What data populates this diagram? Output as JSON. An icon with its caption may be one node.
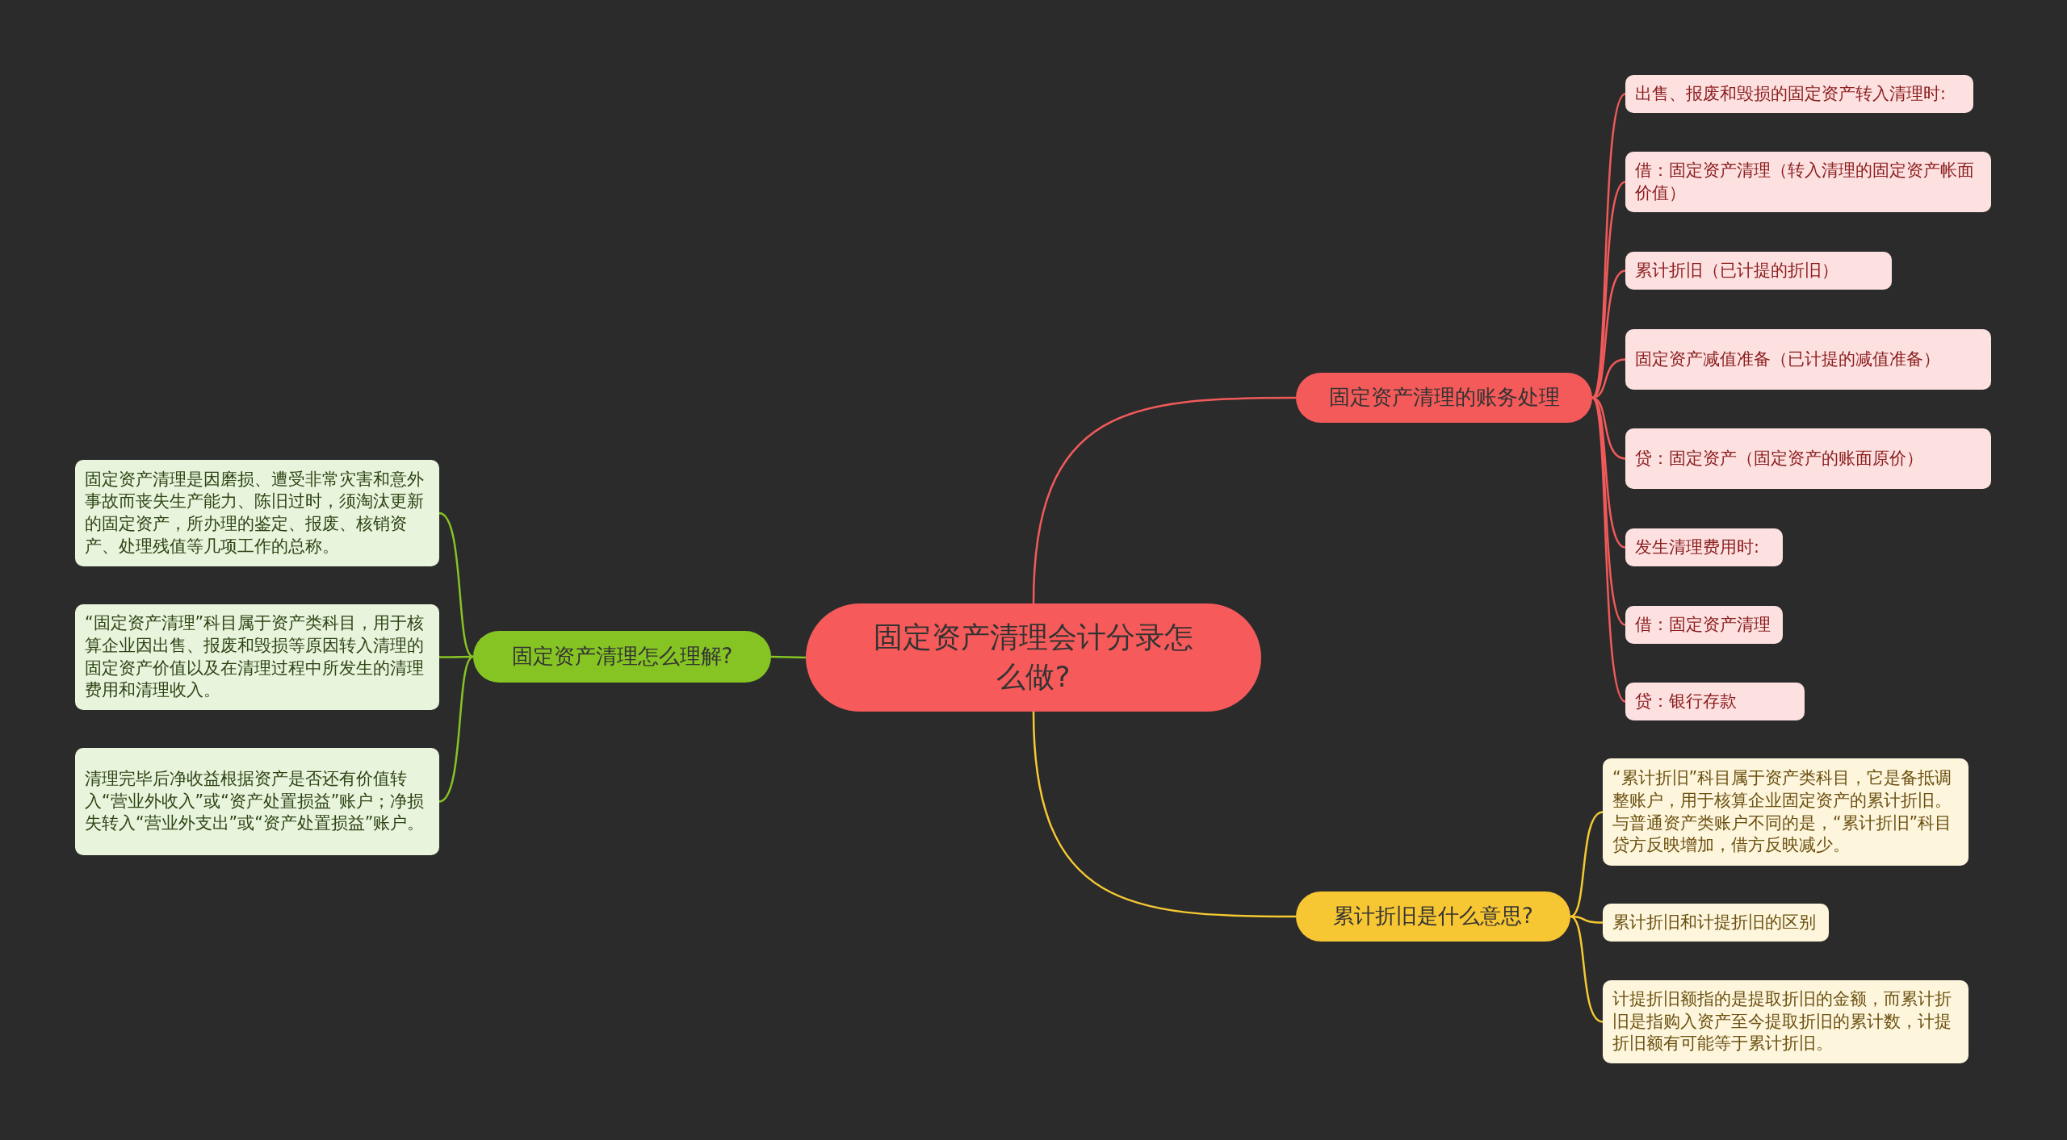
{
  "diagram": {
    "nodes": [
      {
        "text": [
          "固定资产清理会计分录怎么做?"
        ]
      },
      {
        "text": [
          "固定资产清理的账务处理"
        ]
      },
      {
        "text": [
          "出售、报废和毁损的固定资产转入清理时:"
        ]
      },
      {
        "text": [
          "借：固定资产清理（转入清理的固定资产帐面价值）"
        ]
      },
      {
        "text": [
          "累计折旧（已计提的折旧）"
        ]
      },
      {
        "text": [
          "固定资产减值准备（已计提的减值准备）"
        ]
      },
      {
        "text": [
          "贷：固定资产（固定资产的账面原价）"
        ]
      },
      {
        "text": [
          "发生清理费用时:"
        ]
      },
      {
        "text": [
          "借：固定资产清理"
        ]
      },
      {
        "text": [
          "贷：银行存款"
        ]
      },
      {
        "text": [
          "累计折旧是什么意思?"
        ]
      },
      {
        "text": [
          "“累计折旧”科目属于资产类科目，它是备抵调整账户，用于核算企业固定资产的累计折旧。与普通资产类账户不同的是，“累计折旧”科目贷方反映增加，借方反映减少。"
        ]
      },
      {
        "text": [
          "累计折旧和计提折旧的区别"
        ]
      },
      {
        "text": [
          "计提折旧额指的是提取折旧的金额，而累计折旧是指购入资产至今提取折旧的累计数，计提折旧额有可能等于累计折旧。"
        ]
      },
      {
        "text": [
          "固定资产清理怎么理解?"
        ]
      },
      {
        "text": [
          "固定资产清理是因磨损、遭受非常灾害和意外事故而丧失生产能力、陈旧过时，须淘汰更新的固定资产，所办理的鉴定、报废、核销资产、处理残值等几项工作的总称。"
        ]
      },
      {
        "text": [
          "“固定资产清理”科目属于资产类科目，用于核算企业因出售、报废和毁损等原因转入清理的固定资产价值以及在清理过程中所发生的清理费用和清理收入。"
        ]
      },
      {
        "text": [
          "清理完毕后净收益根据资产是否还有价值转入“营业外收入”或“资产处置损益”账户；净损失转入“营业外支出”或“资产处置损益”账户。"
        ]
      }
    ],
    "edges": [
      {
        "from": 0,
        "to": 1,
        "arrow": "none"
      },
      {
        "from": 1,
        "to": 2,
        "arrow": "none"
      },
      {
        "from": 1,
        "to": 3,
        "arrow": "none"
      },
      {
        "from": 1,
        "to": 4,
        "arrow": "none"
      },
      {
        "from": 1,
        "to": 5,
        "arrow": "none"
      },
      {
        "from": 1,
        "to": 6,
        "arrow": "none"
      },
      {
        "from": 1,
        "to": 7,
        "arrow": "none"
      },
      {
        "from": 1,
        "to": 8,
        "arrow": "none"
      },
      {
        "from": 1,
        "to": 9,
        "arrow": "none"
      },
      {
        "from": 0,
        "to": 10,
        "arrow": "none",
        "color": "#f5c932"
      },
      {
        "from": 10,
        "to": 11,
        "arrow": "none",
        "color": "#f5c932"
      },
      {
        "from": 10,
        "to": 12,
        "arrow": "none",
        "color": "#f5c932"
      },
      {
        "from": 10,
        "to": 13,
        "arrow": "none",
        "color": "#f5c932"
      },
      {
        "from": 0,
        "to": 14,
        "arrow": "none",
        "color": "#86c424"
      },
      {
        "from": 14,
        "to": 15,
        "arrow": "none",
        "color": "#86c424"
      },
      {
        "from": 14,
        "to": 16,
        "arrow": "none",
        "color": "#86c424"
      },
      {
        "from": 14,
        "to": 17,
        "arrow": "none",
        "color": "#86c424"
      }
    ]
  }
}
